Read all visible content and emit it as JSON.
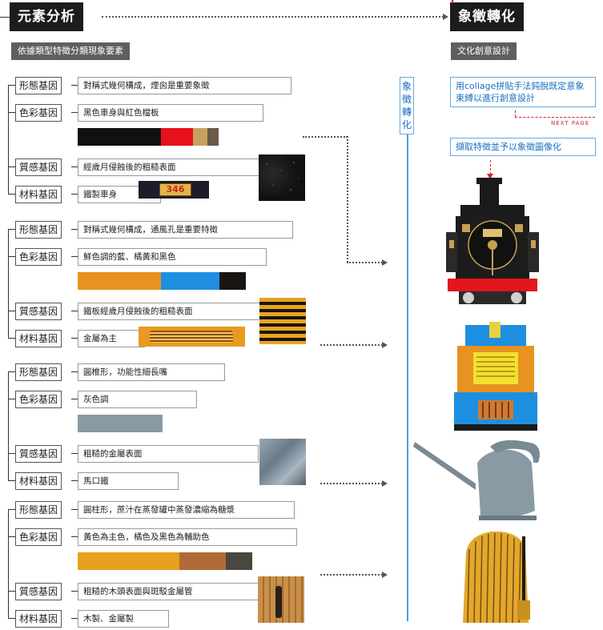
{
  "header_left": "元素分析",
  "header_right": "象徵轉化",
  "subtitle_left": "依據類型特徵分類現象要素",
  "subtitle_right": "文化創意設計",
  "vertical_label": "象徵轉化",
  "blue_box_1": "用collage拼貼手法鈍脫既定意象束縛以進行創意設計",
  "next_page": "NEXT PAGE",
  "blue_box_2": "擷取特徵並予以象徵圖像化",
  "plate_number": "346",
  "groups": [
    {
      "shape_gene": "形態基因",
      "shape_desc": "對稱式幾何構成，煙囪是重要象徵",
      "color_gene": "色彩基因",
      "color_desc": "黑色車身與紅色檔板",
      "texture_gene": "質感基因",
      "texture_desc": "經歲月侵蝕後的粗糙表面",
      "material_gene": "材料基因",
      "material_desc": "鐵製車身",
      "swatches": [
        "#111111",
        "#e8101a",
        "#c8a060",
        "#6a5a48"
      ]
    },
    {
      "shape_gene": "形態基因",
      "shape_desc": "對稱式幾何構成，通風孔是重要特徵",
      "color_gene": "色彩基因",
      "color_desc": "鮮色調的藍、橘黃和黑色",
      "texture_gene": "質感基因",
      "texture_desc": "鐵板經歲月侵蝕後的粗糙表面",
      "material_gene": "材料基因",
      "material_desc": "金屬為主",
      "swatches": [
        "#e8921f",
        "#1e8fe0",
        "#1a1512"
      ]
    },
    {
      "shape_gene": "形態基因",
      "shape_desc": "圓椎形，功能性細長嘴",
      "color_gene": "色彩基因",
      "color_desc": "灰色調",
      "texture_gene": "質感基因",
      "texture_desc": "粗糙的金屬表面",
      "material_gene": "材料基因",
      "material_desc": "馬口鐵",
      "swatches": [
        "#8a9aa4"
      ]
    },
    {
      "shape_gene": "形態基因",
      "shape_desc": "圓柱形，蔗汁在蒸發罐中蒸發濃縮為糖漿",
      "color_gene": "色彩基因",
      "color_desc": "黃色為主色，橘色及黑色為輔助色",
      "texture_gene": "質感基因",
      "texture_desc": "粗糙的木頭表面與斑駁金屬管",
      "material_gene": "材料基因",
      "material_desc": "木製、金屬製",
      "swatches": [
        "#e8a01e",
        "#b06a38",
        "#4a4640"
      ]
    }
  ],
  "colors": {
    "header_bg": "#1c1c1c",
    "sub_bg": "#5f5f5f",
    "blue": "#1a6fc0",
    "accent_red": "#d8232a"
  },
  "icons": [
    "steam-locomotive-icon",
    "diesel-locomotive-icon",
    "watering-can-icon",
    "wooden-barrel-icon"
  ]
}
